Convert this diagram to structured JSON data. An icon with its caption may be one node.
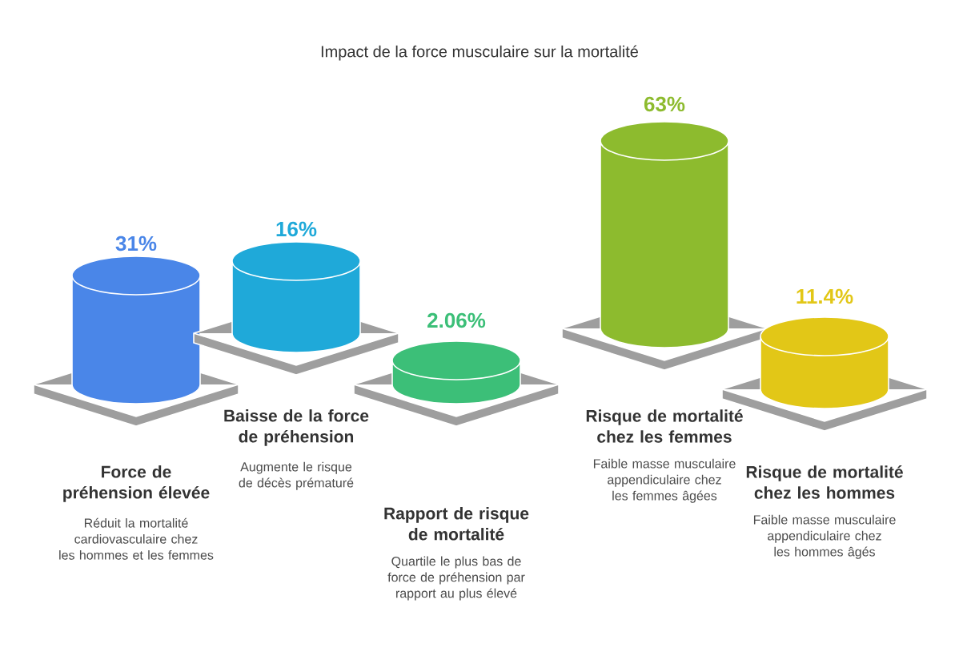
{
  "diagram": {
    "title": "Impact de la force musculaire sur la mortalité",
    "nodes": [
      {
        "text": [
          "31%"
        ],
        "beside": [
          "Force de préhension élevée",
          "Réduit la mortalité cardiovasculaire chez les hommes et les femmes"
        ]
      },
      {
        "text": [
          "16%"
        ],
        "beside": [
          "Baisse de la force de préhension",
          "Augmente le risque de décès prématuré"
        ]
      },
      {
        "text": [
          "2.06%"
        ],
        "beside": [
          "Rapport de risque de mortalité",
          "Quartile le plus bas de force de préhension par rapport au plus élevé"
        ]
      },
      {
        "text": [
          "63%"
        ],
        "beside": [
          "Risque de mortalité chez les femmes",
          "Faible masse musculaire appendiculaire chez les femmes âgées"
        ]
      },
      {
        "text": [
          "11.4%"
        ],
        "beside": [
          "Risque de mortalité chez les hommes",
          "Faible masse musculaire appendiculaire chez les hommes âgés"
        ]
      }
    ]
  }
}
